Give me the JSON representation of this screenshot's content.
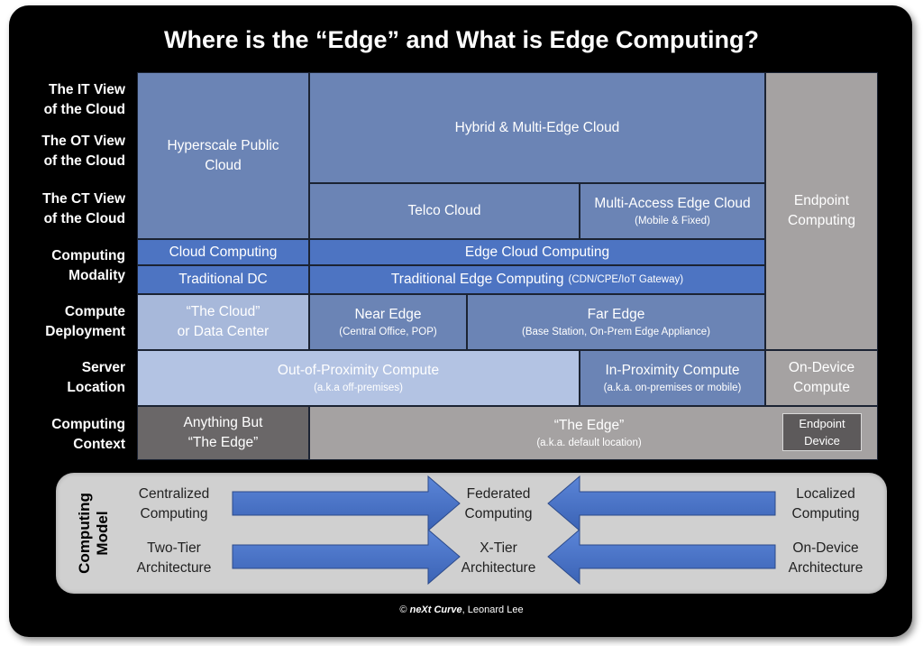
{
  "title": "Where is the “Edge” and What is Edge Computing?",
  "row_labels": {
    "it_view": [
      "The IT View",
      "of the Cloud"
    ],
    "ot_view": [
      "The OT View",
      "of the Cloud"
    ],
    "ct_view": [
      "The CT View",
      "of the Cloud"
    ],
    "computing_modality": [
      "Computing",
      "Modality"
    ],
    "compute_deployment": [
      "Compute",
      "Deployment"
    ],
    "server_location": [
      "Server",
      "Location"
    ],
    "computing_context": [
      "Computing",
      "Context"
    ]
  },
  "cells": {
    "hyperscale": [
      "Hyperscale Public",
      "Cloud"
    ],
    "hybrid": "Hybrid & Multi-Edge Cloud",
    "telco": "Telco Cloud",
    "mec": "Multi-Access Edge Cloud",
    "mec_sub": "(Mobile & Fixed)",
    "endpoint_computing": [
      "Endpoint",
      "Computing"
    ],
    "cloud_computing": "Cloud Computing",
    "edge_cloud_computing": "Edge Cloud Computing",
    "traditional_dc": "Traditional DC",
    "traditional_edge": "Traditional Edge Computing",
    "traditional_edge_sub": "(CDN/CPE/IoT Gateway)",
    "the_cloud": [
      "“The Cloud”",
      "or Data Center"
    ],
    "near_edge": "Near Edge",
    "near_edge_sub": "(Central Office, POP)",
    "far_edge": "Far Edge",
    "far_edge_sub": "(Base Station, On-Prem Edge Appliance)",
    "out_of_proximity": "Out-of-Proximity Compute",
    "out_of_proximity_sub": "(a.k.a off-premises)",
    "in_proximity": "In-Proximity Compute",
    "in_proximity_sub": "(a.k.a. on-premises or mobile)",
    "on_device_compute": [
      "On-Device",
      "Compute"
    ],
    "anything_but_edge": [
      "Anything But",
      "“The Edge”"
    ],
    "the_edge": "“The Edge”",
    "the_edge_sub": "(a.k.a. default location)",
    "endpoint_device": [
      "Endpoint",
      "Device"
    ]
  },
  "computing_model": {
    "label": [
      "Computing",
      "Model"
    ],
    "centralized": [
      "Centralized",
      "Computing"
    ],
    "federated": [
      "Federated",
      "Computing"
    ],
    "localized": [
      "Localized",
      "Computing"
    ],
    "two_tier": [
      "Two-Tier",
      "Architecture"
    ],
    "x_tier": [
      "X-Tier",
      "Architecture"
    ],
    "on_device_arch": [
      "On-Device",
      "Architecture"
    ]
  },
  "copyright": {
    "symbol": "©",
    "brand": "neXt Curve",
    "author": ", Leonard Lee"
  },
  "colors": {
    "frame": "#000000",
    "cell_mid_blue": "#6b84b5",
    "cell_bright_blue": "#4d74c2",
    "cell_light_blue": "#a7b8da",
    "cell_gray": "#a5a2a2",
    "cell_dark_gray": "#6a6768",
    "arrow_blue": "#4a74c9",
    "model_panel": "#d0d0d0"
  }
}
